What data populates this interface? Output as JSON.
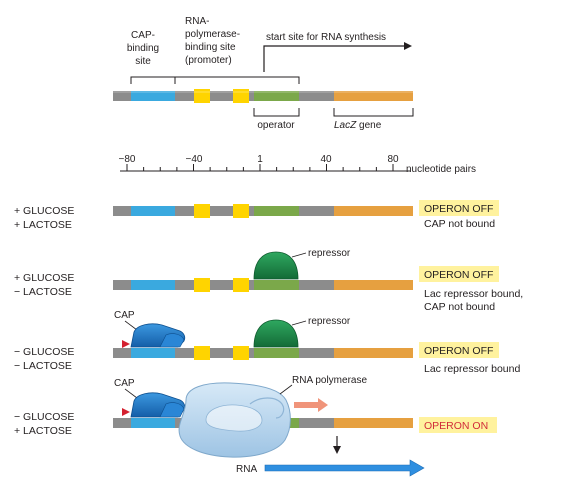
{
  "colors": {
    "dna_gray": "#8c8c8c",
    "cap_site": "#3aa9df",
    "promoter_box": "#ffd400",
    "operator": "#7ba84a",
    "lacz": "#e6a040",
    "repressor": "#1f8a4c",
    "cap_protein": "#1c78c8",
    "rna_polymerase": "#b7d6ee",
    "status_bg": "#fff29e",
    "operon_on_text": "#d12c3a",
    "signal_red": "#d4202f",
    "rna_arrow": "#2f8fe0"
  },
  "top_labels": {
    "cap_site": [
      "CAP-",
      "binding",
      "site"
    ],
    "rnap_site": [
      "RNA-",
      "polymerase-",
      "binding site",
      "(promoter)"
    ],
    "start_site": "start site for RNA synthesis",
    "operator": "operator",
    "lacz_name": "LacZ",
    "lacz_suffix": " gene"
  },
  "scale": {
    "ticks": [
      "−80",
      "−40",
      "1",
      "40",
      "80"
    ],
    "unit": "nucleotide pairs"
  },
  "rows": [
    {
      "conditions": [
        "+ GLUCOSE",
        "+ LACTOSE"
      ],
      "status": "OPERON OFF",
      "notes": [
        "CAP not bound"
      ],
      "bound": []
    },
    {
      "conditions": [
        "+ GLUCOSE",
        "− LACTOSE"
      ],
      "status": "OPERON OFF",
      "notes": [
        "Lac repressor bound,",
        "CAP not bound"
      ],
      "bound": [
        "repressor"
      ]
    },
    {
      "conditions": [
        "− GLUCOSE",
        "− LACTOSE"
      ],
      "status": "OPERON OFF",
      "notes": [
        "Lac repressor bound"
      ],
      "bound": [
        "CAP",
        "repressor"
      ]
    },
    {
      "conditions": [
        "− GLUCOSE",
        "+ LACTOSE"
      ],
      "status": "OPERON ON",
      "notes": [],
      "bound": [
        "CAP",
        "RNA polymerase"
      ]
    }
  ],
  "protein_labels": {
    "repressor": "repressor",
    "cap": "CAP",
    "rna_polymerase": "RNA polymerase",
    "rna": "RNA"
  }
}
